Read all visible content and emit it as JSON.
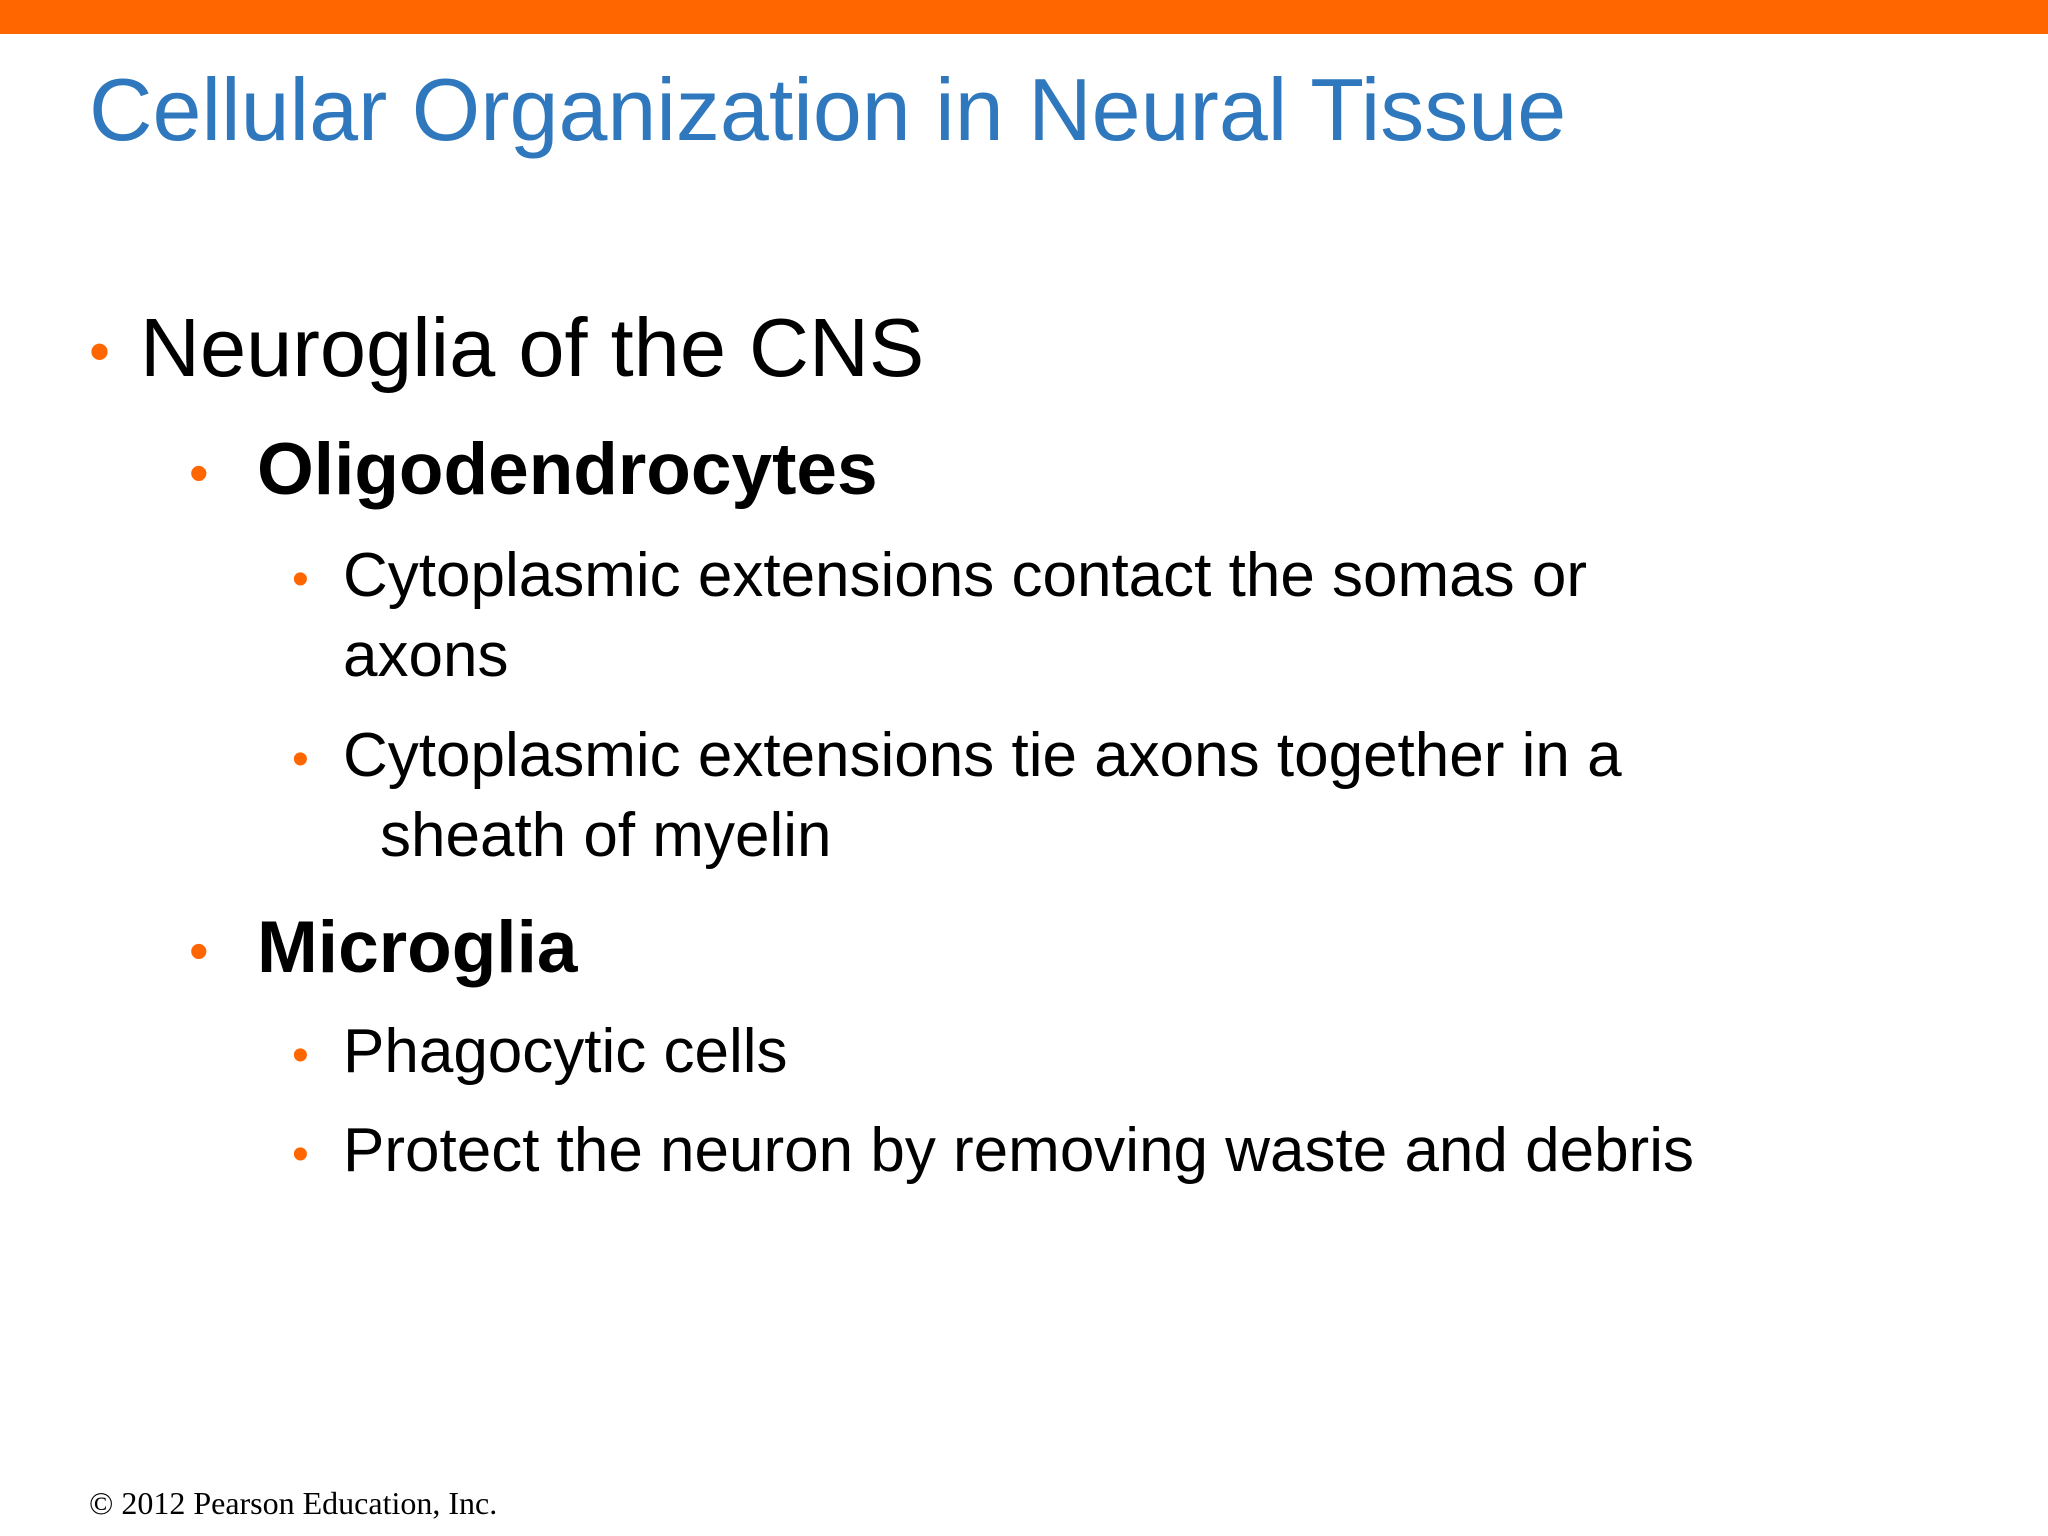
{
  "slide": {
    "title": "Cellular Organization in Neural Tissue",
    "accent_color": "#ff6600",
    "title_color": "#2f78bd",
    "bullet_glyph": "•",
    "items": {
      "l1_0": "Neuroglia of the CNS",
      "l2_0": "Oligodendrocytes",
      "l3_0_line1": "Cytoplasmic extensions contact the somas or",
      "l3_0_line2": "axons",
      "l3_1_line1": "Cytoplasmic extensions tie axons together in a",
      "l3_1_line2": "sheath of myelin",
      "l2_1": "Microglia",
      "l3_2": "Phagocytic cells",
      "l3_3": "Protect the neuron by removing waste and debris"
    },
    "footer": "© 2012 Pearson Education, Inc."
  }
}
